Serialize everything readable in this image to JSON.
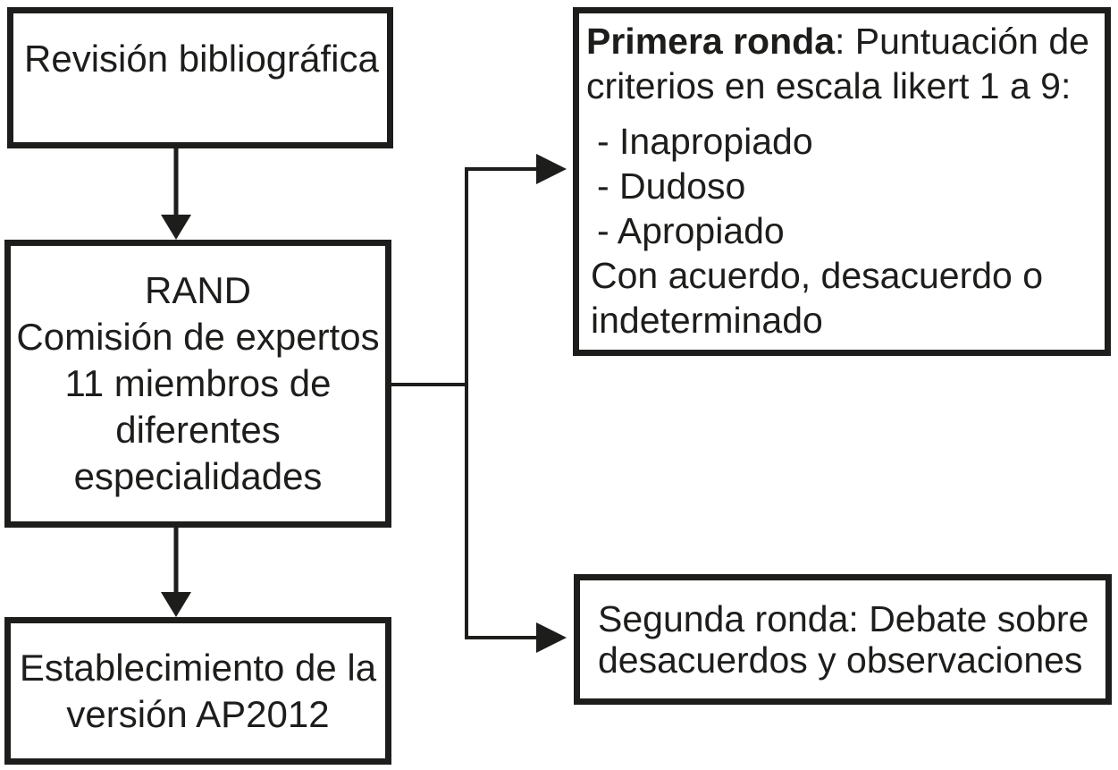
{
  "palette": {
    "ink": "#1d1d1b",
    "background": "#ffffff"
  },
  "flowchart": {
    "literature_review": {
      "label": "Revisión bibliográfica"
    },
    "rand_panel": {
      "lines": [
        "RAND",
        "Comisión de expertos",
        "11 miembros de",
        "diferentes",
        "especialidades"
      ]
    },
    "ap2012_version": {
      "lines": [
        "Establecimiento de la",
        "versión AP2012"
      ]
    },
    "first_round": {
      "title": "Primera ronda",
      "title_rest": ": Puntuación de criterios en escala likert 1 a 9:",
      "items": [
        "- Inapropiado",
        "- Dudoso",
        "- Apropiado"
      ],
      "note": "Con acuerdo, desacuerdo o indeterminado"
    },
    "second_round": {
      "label": "Segunda ronda: Debate sobre desacuerdos y observaciones"
    }
  }
}
